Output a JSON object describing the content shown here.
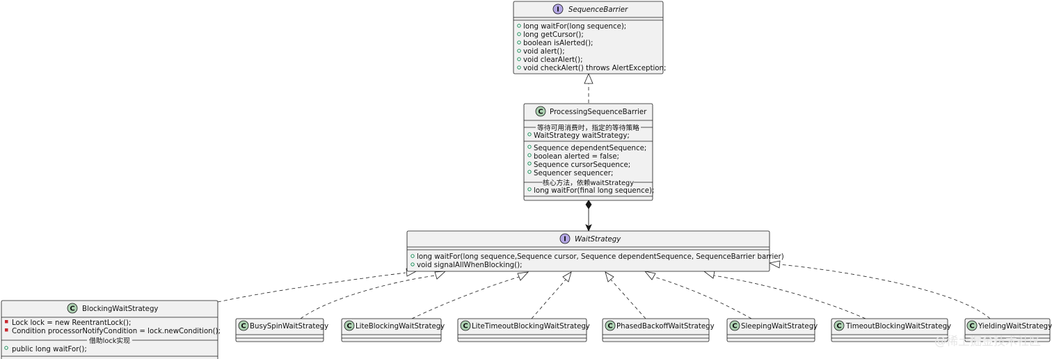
{
  "sequence_barrier": {
    "stereotype": "I",
    "name": "SequenceBarrier",
    "methods": [
      "long waitFor(long sequence);",
      "long getCursor();",
      "boolean isAlerted();",
      "void alert();",
      "void clearAlert();",
      "void checkAlert() throws AlertException;"
    ]
  },
  "processing_sequence_barrier": {
    "stereotype": "C",
    "name": "ProcessingSequenceBarrier",
    "section1_label": "等待可用消费时，指定的等待策略",
    "section1_fields": [
      "WaitStrategy waitStrategy;"
    ],
    "fields": [
      "Sequence dependentSequence;",
      "boolean alerted = false;",
      "Sequence cursorSequence;",
      "Sequencer sequencer;"
    ],
    "section2_label": "核心方法，依赖waitStrategy",
    "methods": [
      "long waitFor(final long sequence);"
    ]
  },
  "wait_strategy": {
    "stereotype": "I",
    "name": "WaitStrategy",
    "methods": [
      "long waitFor(long sequence,Sequence cursor, Sequence dependentSequence, SequenceBarrier barrier)",
      "void signalAllWhenBlocking();"
    ]
  },
  "blocking_wait_strategy": {
    "stereotype": "C",
    "name": "BlockingWaitStrategy",
    "fields": [
      "Lock lock = new ReentrantLock();",
      "Condition processorNotifyCondition = lock.newCondition();"
    ],
    "section_label": "借助lock实现",
    "methods": [
      "public long waitFor();"
    ]
  },
  "implementations": [
    {
      "stereotype": "C",
      "name": "BusySpinWaitStrategy"
    },
    {
      "stereotype": "C",
      "name": "LiteBlockingWaitStrategy"
    },
    {
      "stereotype": "C",
      "name": "LiteTimeoutBlockingWaitStrategy"
    },
    {
      "stereotype": "C",
      "name": "PhasedBackoffWaitStrategy"
    },
    {
      "stereotype": "C",
      "name": "SleepingWaitStrategy"
    },
    {
      "stereotype": "C",
      "name": "TimeoutBlockingWaitStrategy"
    },
    {
      "stereotype": "C",
      "name": "YieldingWaitStrategy"
    }
  ],
  "watermark": "@稀土掘金技术社区",
  "colors": {
    "box_fill": "#f1f1f1",
    "class_badge": "#add1b2",
    "interface_badge": "#b4a7e5",
    "public_marker": "#038048",
    "private_marker": "#c82930"
  }
}
